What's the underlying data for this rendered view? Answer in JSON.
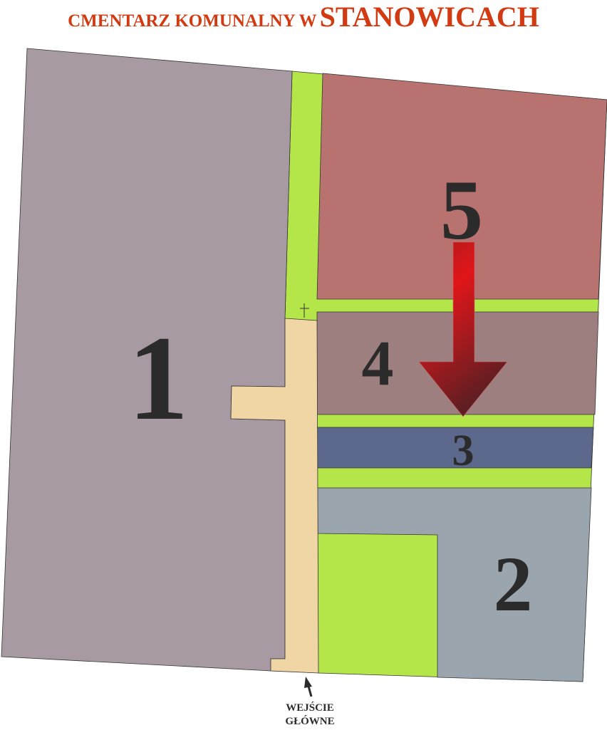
{
  "title": {
    "part1": "CMENTARZ KOMUNALNY  W",
    "part2": "STANOWICACH"
  },
  "sections": [
    {
      "id": "1",
      "label": "1",
      "color": "#a89aa3"
    },
    {
      "id": "2",
      "label": "2",
      "color": "#9aa5ae"
    },
    {
      "id": "3",
      "label": "3",
      "color": "#5c688c"
    },
    {
      "id": "4",
      "label": "4",
      "color": "#9e7f80"
    },
    {
      "id": "5",
      "label": "5",
      "color": "#b87371"
    }
  ],
  "colors": {
    "paths": "#b4e64a",
    "main_alley": "#f0d5a5",
    "title": "#d23a12",
    "arrow": "#e0161a"
  },
  "entrance": {
    "line1": "WEJŚCIE",
    "line2": "GŁÓWNE"
  }
}
